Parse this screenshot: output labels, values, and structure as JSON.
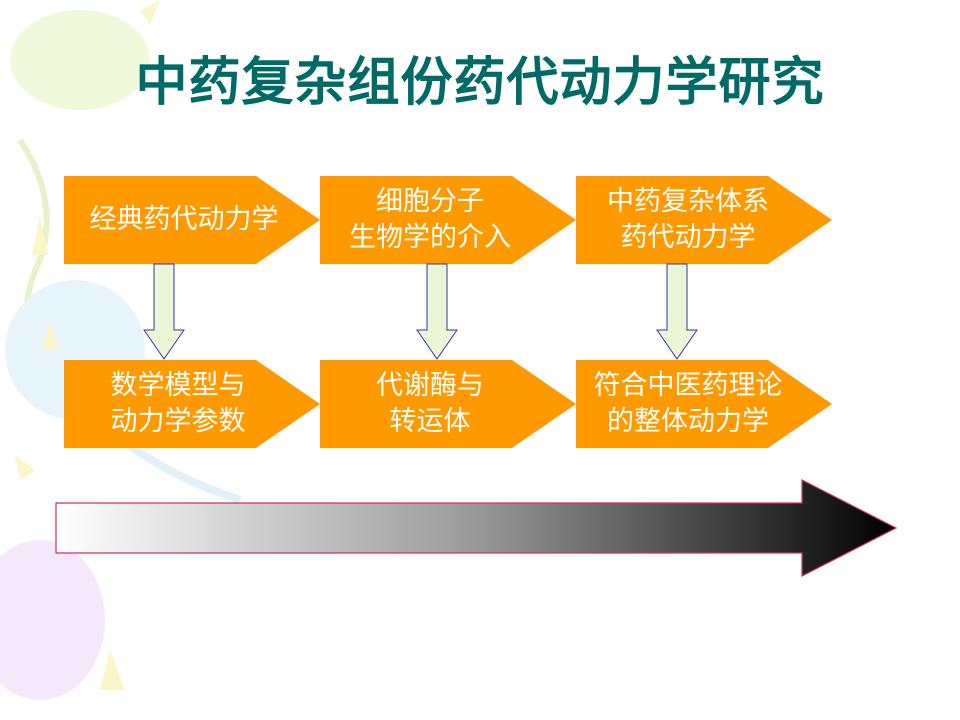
{
  "title": "中药复杂组份药代动力学研究",
  "colors": {
    "title": "#006B66",
    "box_fill": "#FF9900",
    "down_arrow_fill": "#EAF6D6",
    "down_arrow_stroke": "#3333AA",
    "timeline_border": "#CC3366"
  },
  "top_row": [
    {
      "text": "经典药代动力学"
    },
    {
      "text": "细胞分子\n生物学的介入"
    },
    {
      "text": "中药复杂体系\n药代动力学"
    }
  ],
  "bottom_row": [
    {
      "text": "数学模型与\n动力学参数"
    },
    {
      "text": "代谢酶与\n转运体"
    },
    {
      "text": "符合中医药理论\n的整体动力学"
    }
  ]
}
